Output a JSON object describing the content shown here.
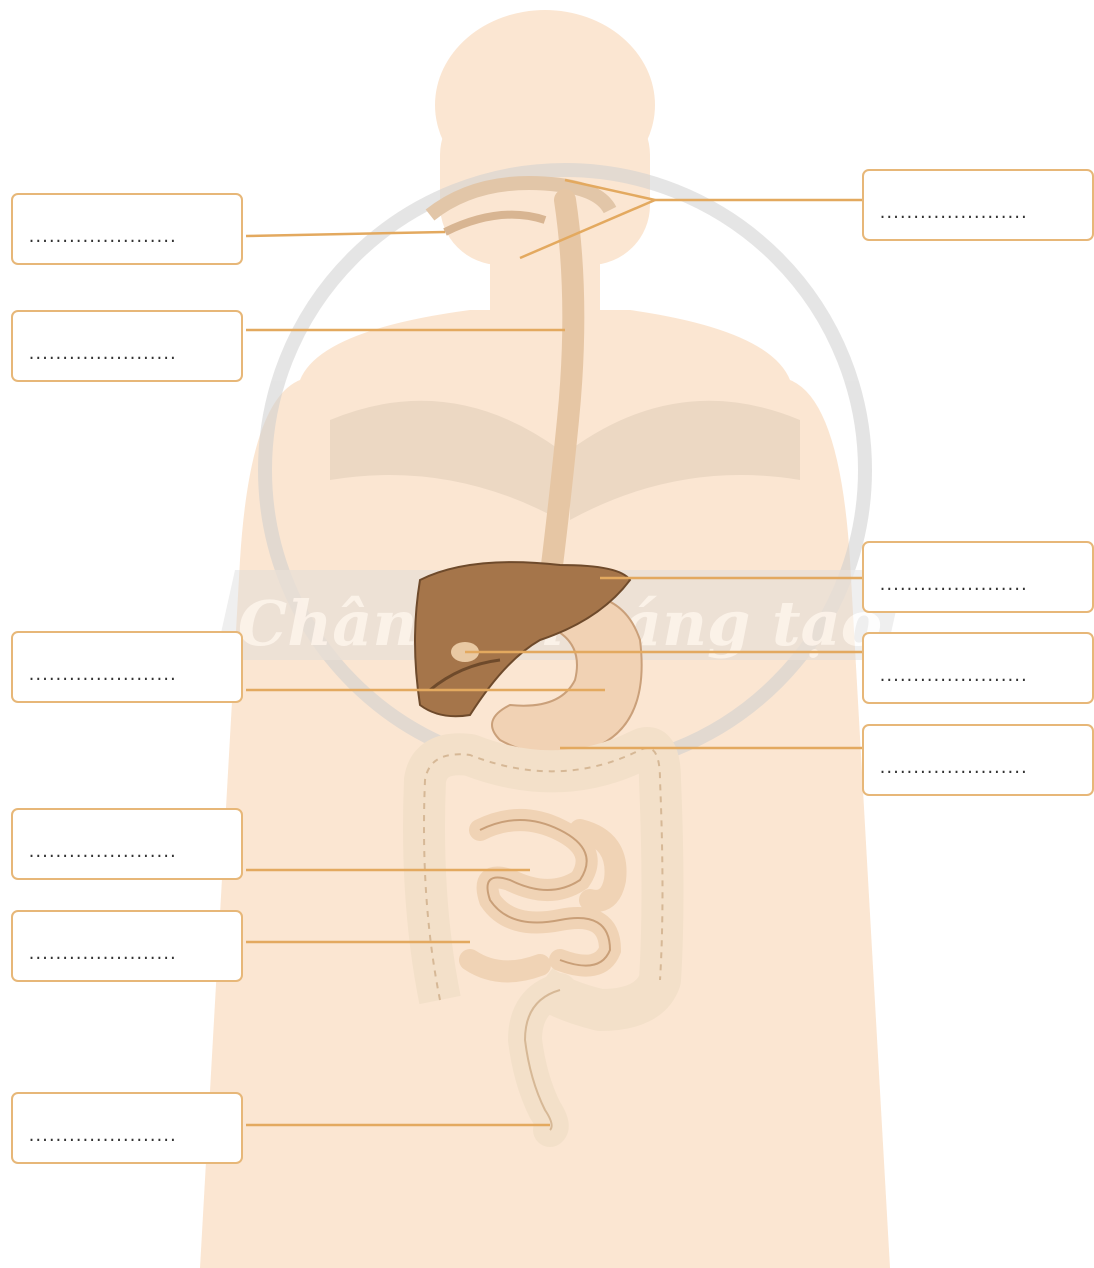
{
  "watermark": {
    "text": "Chân trời sáng tạo"
  },
  "colors": {
    "silhouette": "#fbe6d2",
    "leader_line": "#e3a95f",
    "box_border": "#e7b778",
    "liver": "#a5754a",
    "stomach": "#f1d2b4",
    "intestine": "#f6e2cc",
    "watermark": "#d9d9d9"
  },
  "labels": {
    "left": [
      {
        "id": "mouth",
        "text": "......................"
      },
      {
        "id": "esophagus",
        "text": "......................"
      },
      {
        "id": "stomach",
        "text": "......................"
      },
      {
        "id": "small-intestine",
        "text": "......................"
      },
      {
        "id": "large-intestine",
        "text": "......................"
      },
      {
        "id": "anus",
        "text": "......................"
      }
    ],
    "right": [
      {
        "id": "salivary-pharynx",
        "text": "......................"
      },
      {
        "id": "liver",
        "text": "......................"
      },
      {
        "id": "gallbladder",
        "text": "......................"
      },
      {
        "id": "pancreas",
        "text": "......................"
      }
    ]
  }
}
